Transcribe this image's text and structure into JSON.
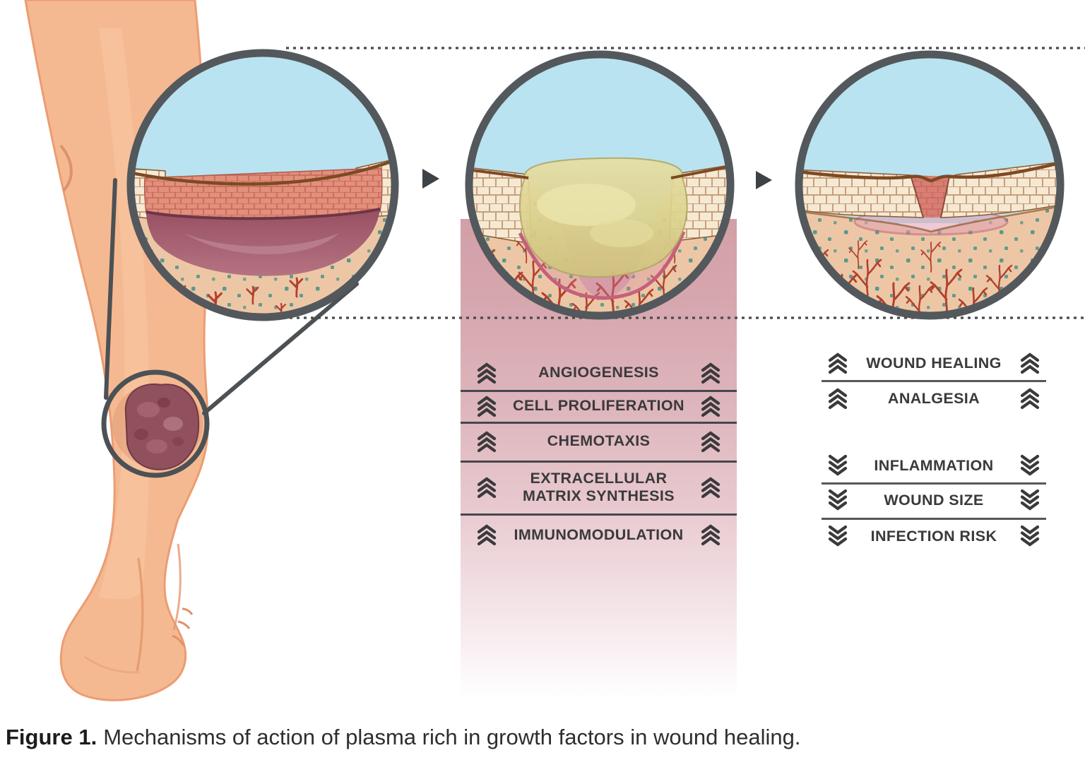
{
  "figure": {
    "caption": {
      "label": "Figure 1.",
      "text": "Mechanisms of action of plasma rich in growth factors in wound healing."
    }
  },
  "middle_effects": {
    "items": [
      {
        "label": "ANGIOGENESIS",
        "direction": "increase"
      },
      {
        "label": "CELL PROLIFERATION",
        "direction": "increase"
      },
      {
        "label": "CHEMOTAXIS",
        "direction": "increase"
      },
      {
        "label": "EXTRACELLULAR MATRIX SYNTHESIS",
        "direction": "increase"
      },
      {
        "label": "IMMUNOMODULATION",
        "direction": "increase"
      }
    ]
  },
  "right_effects": {
    "items": [
      {
        "label": "WOUND HEALING",
        "direction": "increase"
      },
      {
        "label": "ANALGESIA",
        "direction": "increase"
      },
      {
        "label": "INFLAMMATION",
        "direction": "decrease"
      },
      {
        "label": "WOUND SIZE",
        "direction": "decrease"
      },
      {
        "label": "INFECTION RISK",
        "direction": "decrease"
      }
    ]
  },
  "icons": {
    "increase": "chevron-triple-up",
    "decrease": "chevron-triple-down",
    "step": "triangle-right-arrow"
  },
  "colors": {
    "sky": "#b9e3f0",
    "pink_column_top": "#d29fa7",
    "circle_border": "#53585c",
    "label_text": "#3a3a3c",
    "leg_skin": "#f5b992",
    "wound": "#8f4e5c",
    "dermis": "#edc7a5",
    "vessel": "#b2402f",
    "fibrin_clot_yellow": "#dcd28e",
    "blood_clot": "#a25b6e",
    "membrane_pink": "#c4607c"
  }
}
